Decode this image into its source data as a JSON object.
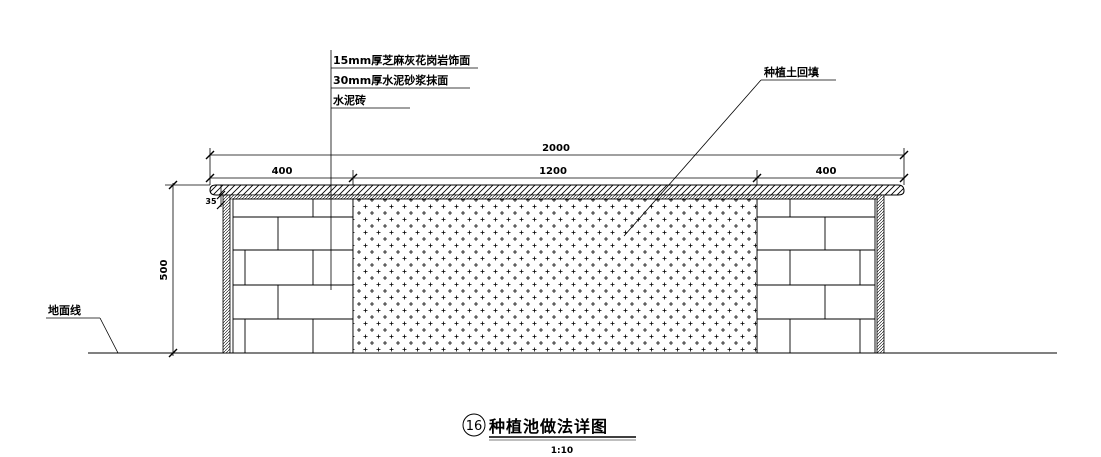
{
  "dimensions": {
    "total": "2000",
    "left": "400",
    "middle": "1200",
    "right": "400",
    "height": "500",
    "cap_thickness": "35"
  },
  "layers": [
    "15mm厚芝麻灰花岗岩饰面",
    "30mm厚水泥砂浆抹面",
    "水泥砖"
  ],
  "labels": {
    "soil": "种植土回填",
    "ground": "地面线"
  },
  "title": {
    "number": "16",
    "text": "种植池做法详图",
    "scale": "1:10"
  }
}
